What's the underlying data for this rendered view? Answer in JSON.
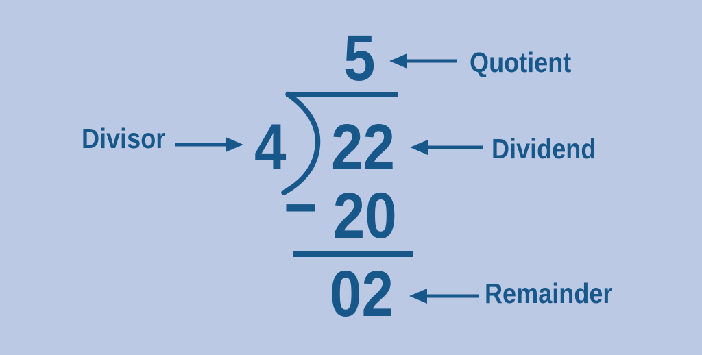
{
  "colors": {
    "background": "#bcc9e5",
    "ink": "#17578a"
  },
  "problem": {
    "quotient": "5",
    "divisor": "4",
    "dividend": "22",
    "subtraction_operator": "−",
    "subtraction_value": "20",
    "remainder": "02"
  },
  "labels": {
    "quotient": "Quotient",
    "divisor": "Divisor",
    "dividend": "Dividend",
    "remainder": "Remainder"
  }
}
